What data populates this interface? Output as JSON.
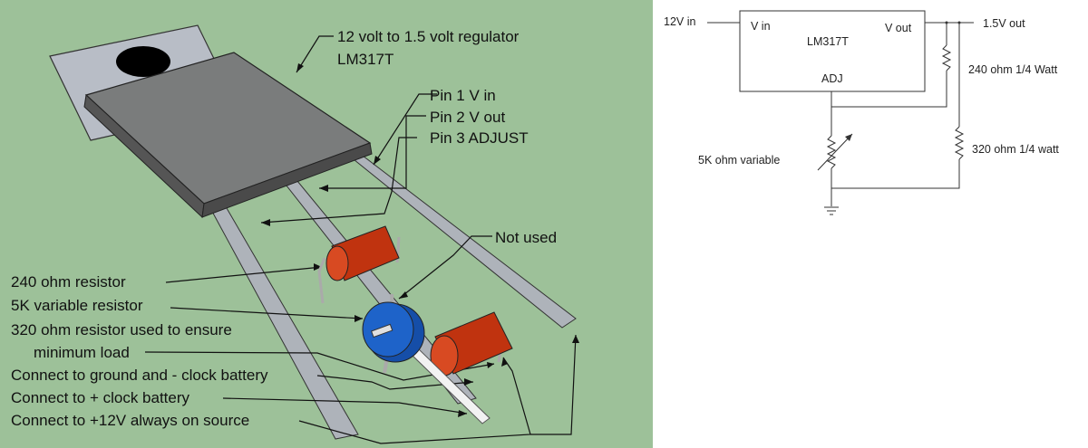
{
  "pictorial": {
    "regulator_title": "12 volt to 1.5 volt regulator",
    "regulator_part": "LM317T",
    "pin1": "Pin 1 V in",
    "pin2": "Pin 2 V out",
    "pin3": "Pin 3 ADJUST",
    "not_used": "Not used",
    "legend": [
      "240 ohm   resistor",
      "5K variable resistor",
      "320 ohm   resistor used to ensure",
      "minimum load",
      "Connect to ground and - clock battery",
      "Connect to + clock battery",
      "Connect to +12V always on source"
    ]
  },
  "schematic": {
    "input_label": "12V in",
    "vin_label": "V in",
    "part_label": "LM317T",
    "vout_label": "V out",
    "adj_label": "ADJ",
    "output_label": "1.5V out",
    "r1_label": "240 ohm  1/4 Watt",
    "r2_label": "320 ohm  1/4 watt",
    "pot_label": "5K ohm   variable"
  },
  "colors": {
    "background_green": "#9dc199",
    "resistor_red": "#c0330f",
    "pot_blue": "#1e63c9",
    "lead_gray": "#aeb3ba",
    "regulator_body": "#7a7c7c"
  }
}
